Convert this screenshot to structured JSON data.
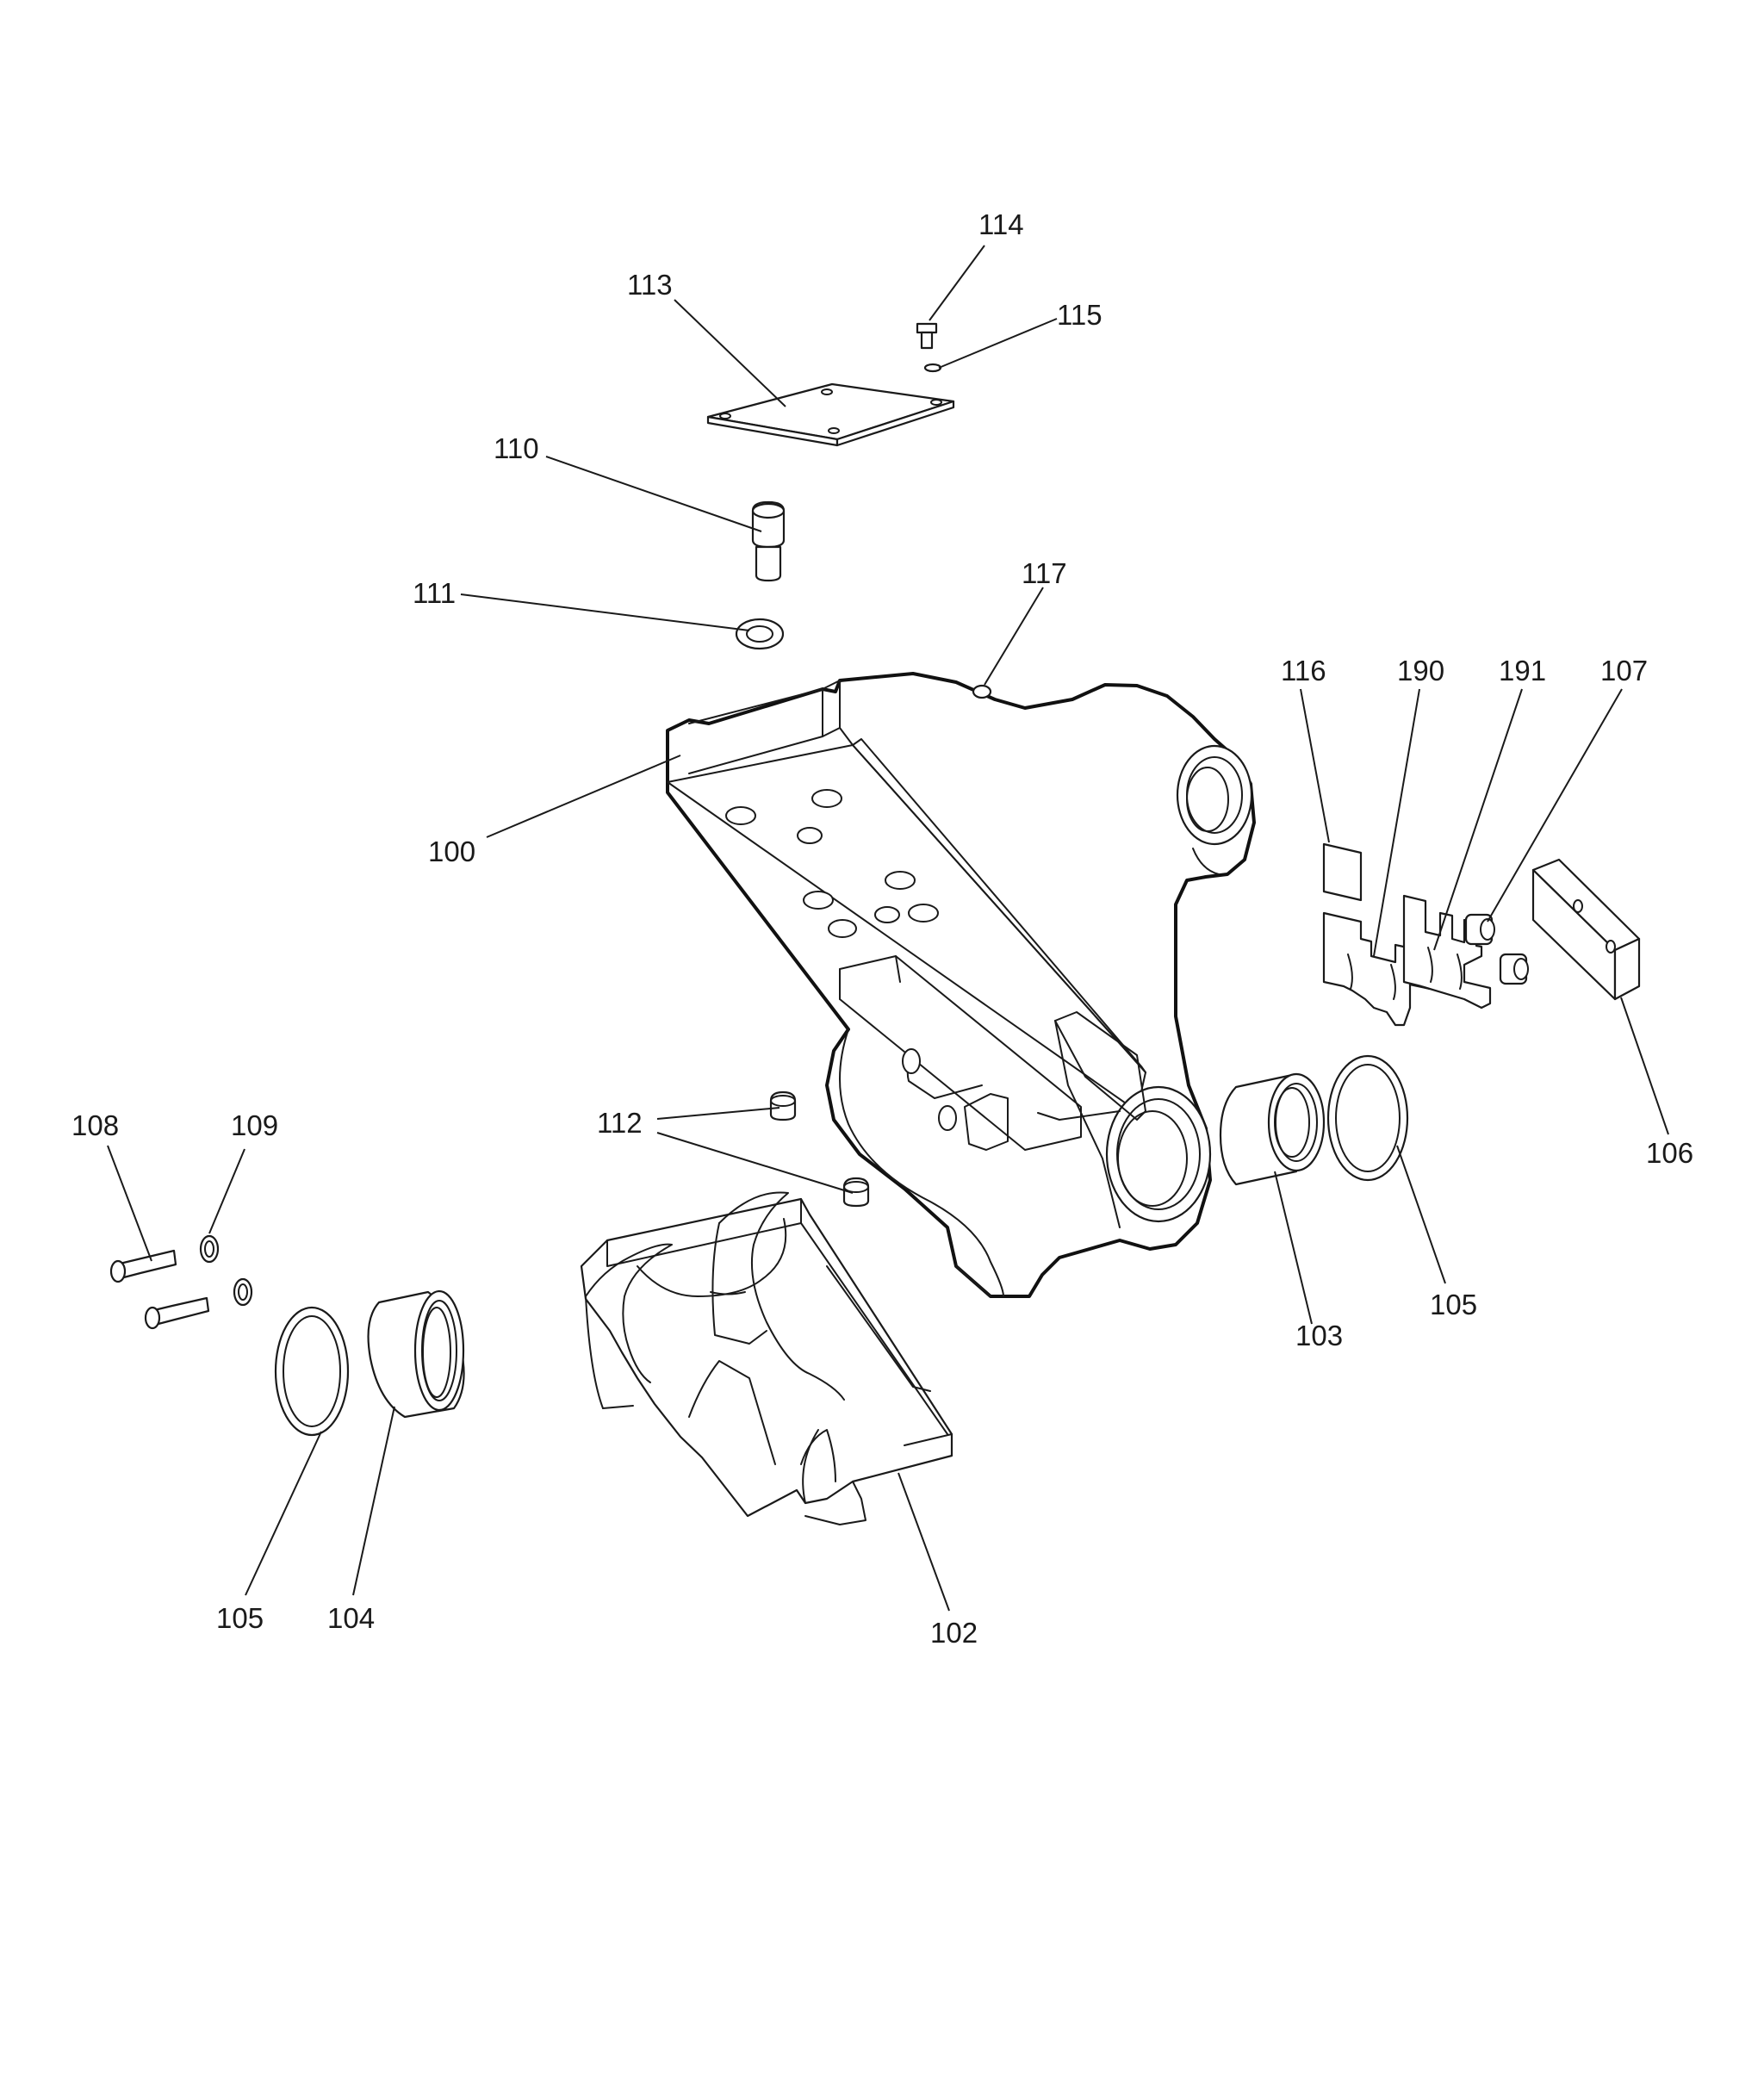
{
  "callouts": {
    "c100": "100",
    "c102": "102",
    "c103": "103",
    "c104": "104",
    "c105_left": "105",
    "c105_right": "105",
    "c106": "106",
    "c107": "107",
    "c108": "108",
    "c109": "109",
    "c110": "110",
    "c111": "111",
    "c112": "112",
    "c113": "113",
    "c114": "114",
    "c115": "115",
    "c116": "116",
    "c117": "117",
    "c190": "190",
    "c191": "191"
  }
}
